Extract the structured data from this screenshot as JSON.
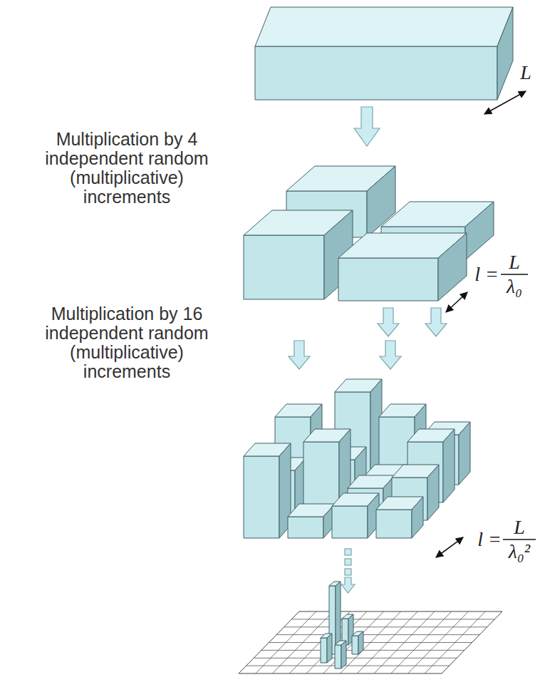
{
  "diagram": {
    "labels": [
      "Multiplication by 4 independent random (multiplicative) increments",
      "L",
      "l =",
      "L",
      "λ₀",
      "Multiplication by 16 independent random (multiplicative) increments",
      "l =",
      "L",
      "λ₀²"
    ]
  }
}
